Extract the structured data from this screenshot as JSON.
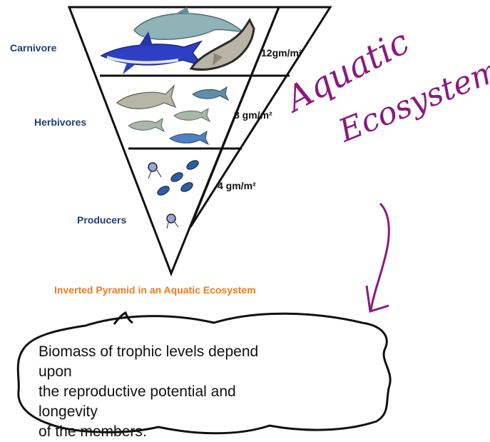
{
  "pyramid": {
    "levels": [
      {
        "name": "Carnivore",
        "biomass": "12gm/m²"
      },
      {
        "name": "Herbivores",
        "biomass": "8 gm/m²"
      },
      {
        "name": "Producers",
        "biomass": "4 gm/m²"
      }
    ],
    "caption": "Inverted Pyramid in an Aquatic Ecosystem"
  },
  "annotation": {
    "handwritten_line1": "Aquatic",
    "handwritten_line2": "Ecosystem",
    "ink_color": "#8a1a7e"
  },
  "callout": {
    "text_line1": "Biomass of trophic levels depend upon",
    "text_line2": "the reproductive potential and longevity",
    "text_line3": "of the members."
  }
}
